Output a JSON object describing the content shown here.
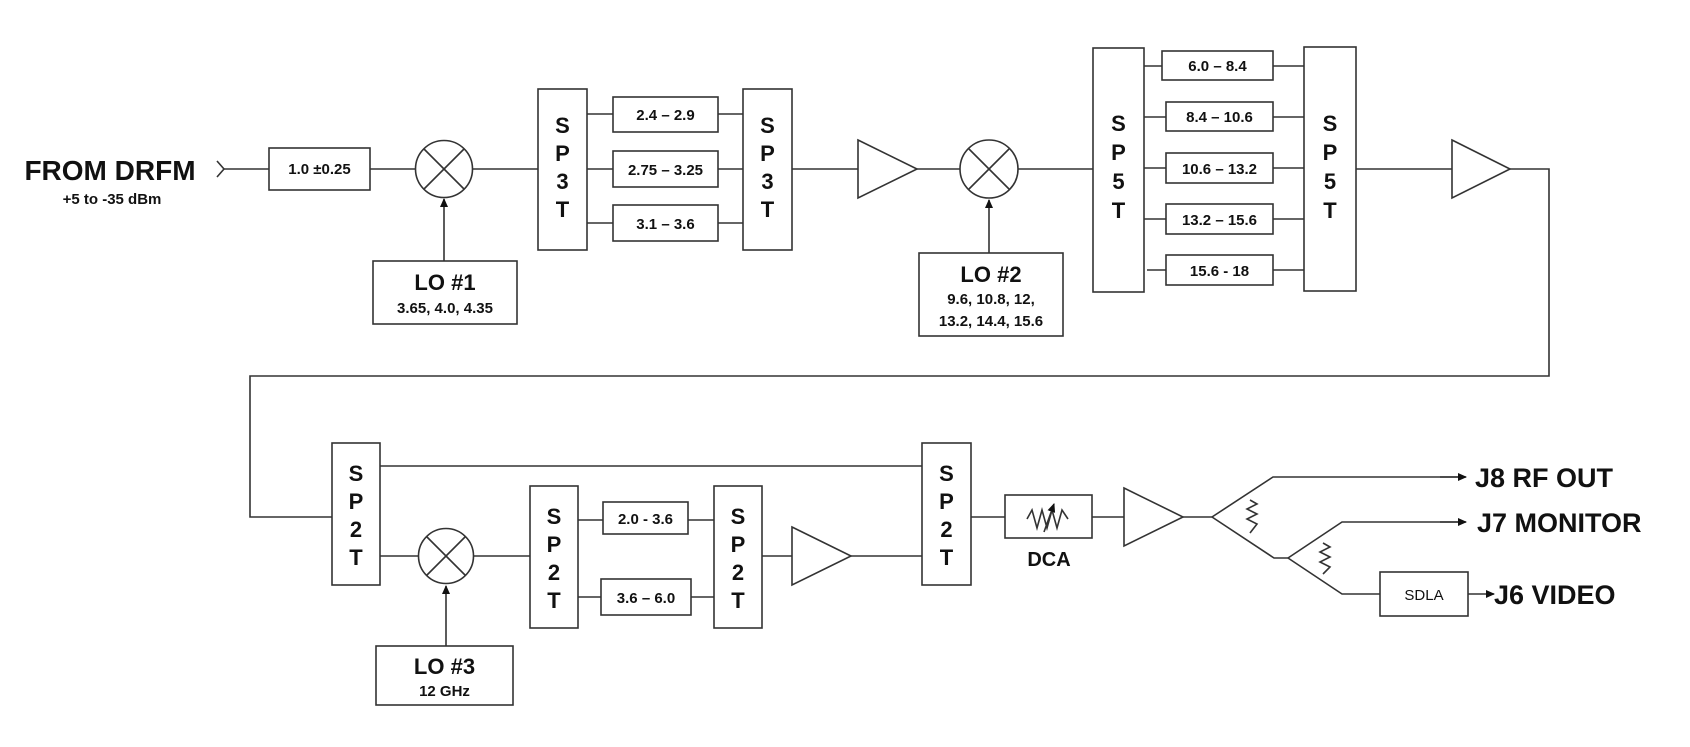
{
  "input": {
    "label": "FROM DRFM",
    "sublabel": "+5 to -35 dBm"
  },
  "input_filter": "1.0 ±0.25",
  "lo1": {
    "title": "LO #1",
    "values": "3.65, 4.0, 4.35"
  },
  "lo2": {
    "title": "LO #2",
    "values_line1": "9.6, 10.8, 12,",
    "values_line2": "13.2, 14.4, 15.6"
  },
  "lo3": {
    "title": "LO #3",
    "values": "12 GHz"
  },
  "sp3t": {
    "letters": [
      "S",
      "P",
      "3",
      "T"
    ]
  },
  "sp5t": {
    "letters": [
      "S",
      "P",
      "5",
      "T"
    ]
  },
  "sp2t": {
    "letters": [
      "S",
      "P",
      "2",
      "T"
    ]
  },
  "bank1_filters": [
    "2.4 – 2.9",
    "2.75 – 3.25",
    "3.1 – 3.6"
  ],
  "bank2_filters": [
    "6.0 – 8.4",
    "8.4 – 10.6",
    "10.6 – 13.2",
    "13.2 – 15.6",
    "15.6 - 18"
  ],
  "bank3_filters": [
    "2.0 - 3.6",
    "3.6 – 6.0"
  ],
  "dca_label": "DCA",
  "sdla_label": "SDLA",
  "outputs": {
    "j8": "J8 RF OUT",
    "j7": "J7 MONITOR",
    "j6": "J6 VIDEO"
  }
}
